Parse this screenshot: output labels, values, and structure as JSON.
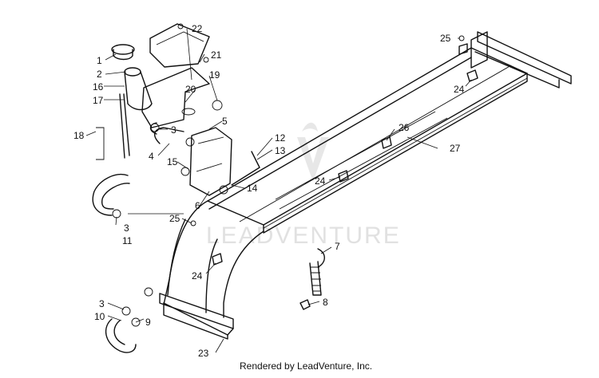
{
  "diagram": {
    "callouts": [
      "1",
      "2",
      "3",
      "4",
      "5",
      "6",
      "7",
      "8",
      "9",
      "10",
      "11",
      "12",
      "13",
      "14",
      "15",
      "16",
      "17",
      "18",
      "19",
      "20",
      "21",
      "22",
      "23",
      "24",
      "25",
      "26",
      "27"
    ],
    "watermark_text": "LEADVENTURE",
    "credit_text": "Rendered by LeadVenture, Inc."
  }
}
